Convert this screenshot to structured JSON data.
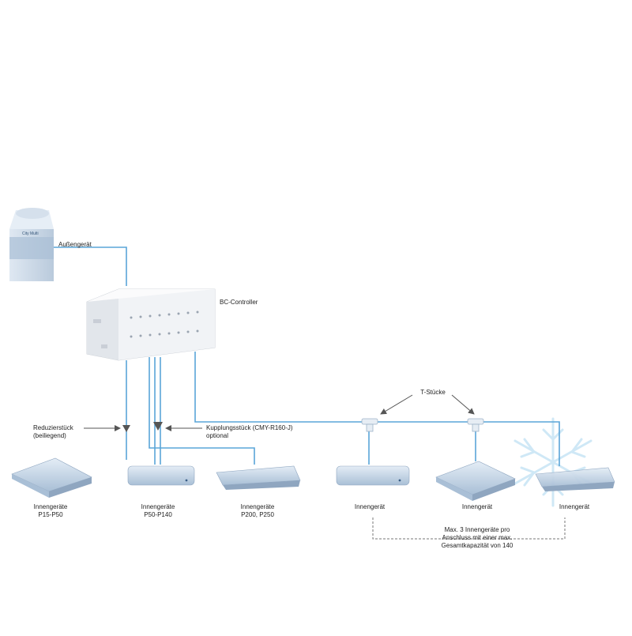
{
  "outdoor_unit": {
    "label": "Außengerät",
    "brand": "City Multi"
  },
  "bc_controller": {
    "label": "BC-Controller"
  },
  "reducer": {
    "line1": "Reduzierstück",
    "line2": "(beiliegend)"
  },
  "coupling": {
    "line1": "Kupplungsstück (CMY-R160-J)",
    "line2": "optional"
  },
  "t_pieces": {
    "label": "T-Stücke"
  },
  "indoor_units": [
    {
      "line1": "Innengeräte",
      "line2": "P15-P50"
    },
    {
      "line1": "Innengeräte",
      "line2": "P50-P140"
    },
    {
      "line1": "Innengeräte",
      "line2": "P200, P250"
    },
    {
      "line1": "Innengerät",
      "line2": ""
    },
    {
      "line1": "Innengerät",
      "line2": ""
    },
    {
      "line1": "Innengerät",
      "line2": ""
    }
  ],
  "note": {
    "line1": "Max. 3 Innengeräte pro",
    "line2": "Anschluss mit einer max.",
    "line3": "Gesamtkapazität von 140"
  },
  "colors": {
    "pipe": "#5aa5d8",
    "unit_fill": "#c9d8e8",
    "unit_dark": "#8fa6c0",
    "controller": "#eef0f3",
    "snowflake": "#cfe8f6",
    "arrow": "#555555"
  }
}
